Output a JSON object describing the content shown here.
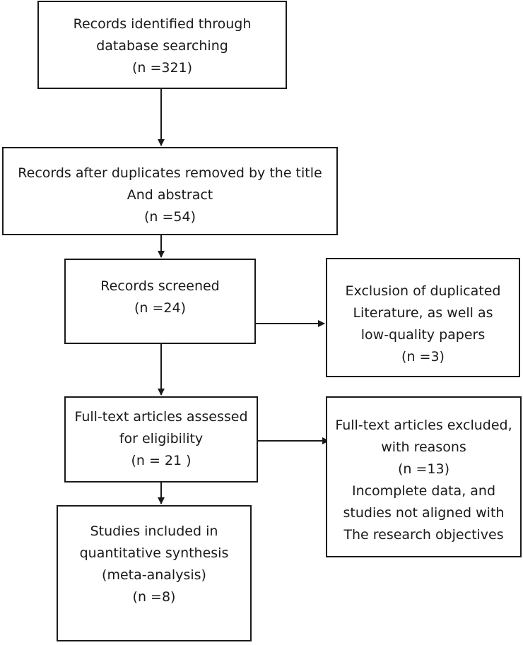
{
  "boxes": {
    "identified": {
      "lines": [
        "Records identified through",
        "database searching",
        "(n =321)"
      ]
    },
    "after_duplicates": {
      "lines": [
        "Records after duplicates removed by the title",
        "And abstract",
        "(n =54)"
      ]
    },
    "screened": {
      "lines": [
        "Records screened",
        "(n =24)"
      ]
    },
    "exclusion_duplicated": {
      "lines": [
        "Exclusion of duplicated",
        "Literature, as well as",
        "low-quality papers",
        "(n =3)"
      ]
    },
    "fulltext_assessed": {
      "lines": [
        "Full-text articles assessed",
        "for eligibility",
        "(n = 21 )"
      ]
    },
    "fulltext_excluded": {
      "lines": [
        "Full-text articles excluded,",
        "with reasons",
        "(n =13)",
        "Incomplete data, and",
        "studies not aligned with",
        "The research objectives"
      ]
    },
    "included": {
      "lines": [
        "Studies included in",
        "quantitative synthesis",
        "(meta-analysis)",
        "(n =8)"
      ]
    }
  },
  "colors": {
    "line": "#1a1a1a",
    "background": "#ffffff"
  }
}
